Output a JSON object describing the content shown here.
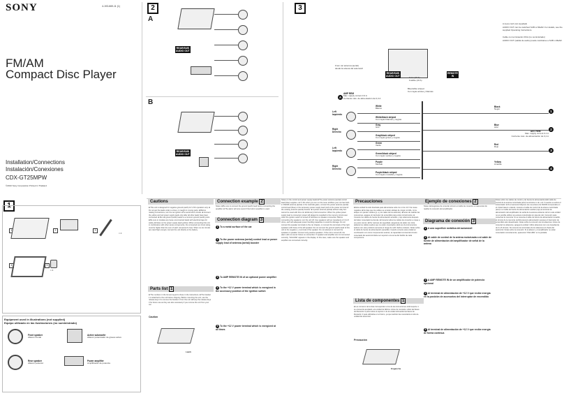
{
  "cover": {
    "brand": "SONY",
    "part_number": "4-193-669-11 (1)",
    "title_line1": "FM/AM",
    "title_line2": "Compact Disc Player",
    "install_en": "Installation/Connections",
    "install_es": "Instalación/Conexiones",
    "model": "CDX-GT25MPW",
    "copyright": "©2010 Sony Corporation   Printed in Thailand"
  },
  "section1": {
    "num": "1",
    "parts": [
      "1",
      "2",
      "3",
      "4",
      "5"
    ],
    "part4_label": "× 4",
    "part3_label": "× 2",
    "equipment_title": "Equipment used in illustrations (not supplied)",
    "equipment_title_es": "Equipo utilizado en las ilustraciones (no suministrado)",
    "items": [
      {
        "label": "Front speaker",
        "label_es": "Altavoz frontal"
      },
      {
        "label": "Active subwoofer",
        "label_es": "Altavoz potenciador de graves activo"
      },
      {
        "label": "Rear speaker",
        "label_es": "Altavoz posterior"
      },
      {
        "label": "Power amplifier",
        "label_es": "Amplificador de potencia"
      }
    ]
  },
  "section2": {
    "num": "2",
    "sub_a": "A",
    "sub_b": "B",
    "rear_sub_a": "REAR/SUB\nAUDIO OUT",
    "rear_sub_b": "REAR/SUB\nAUDIO OUT"
  },
  "section3": {
    "num": "3",
    "antenna": "From car antenna (aerial)\ndesde la antena del automóvil",
    "rear_sub": "REAR/SUB\nAUDIO OUT",
    "fuse": "Fuse (10 A)\nFusible (10 A)",
    "remote": "REMOTE\nIN",
    "blue_white": "Blue/white striped\nCon rayas azules y blancas",
    "amp_rem": "AMP REM",
    "amp_rem_sub": "Max. supply current 0.3 A\nCorriente máx. de alimentación de 0,3 A",
    "ant_rem": "ANT REM",
    "ant_rem_sub": "Max. supply current 0.1 A\nCorriente máx. de alimentación de 0,1 A",
    "left": "Left\nIzquierdo",
    "right": "Right\nDerecho",
    "wires": [
      {
        "color": "White",
        "es": "Blanco"
      },
      {
        "color": "White/black striped",
        "es": "Con rayas blancas y negras"
      },
      {
        "color": "Gray",
        "es": "Gris"
      },
      {
        "color": "Gray/black striped",
        "es": "Con rayas grises y negras"
      },
      {
        "color": "Green",
        "es": "Verde"
      },
      {
        "color": "Green/black striped",
        "es": "Con rayas verdes y negras"
      },
      {
        "color": "Purple",
        "es": "Morado"
      },
      {
        "color": "Purple/black striped",
        "es": "Con rayas moradas y negras"
      }
    ],
    "right_wires": [
      {
        "color": "Black",
        "es": "Negro",
        "num": "1"
      },
      {
        "color": "Blue",
        "es": "Azul",
        "num": "2"
      },
      {
        "color": "Red",
        "es": "Rojo",
        "num": "3"
      },
      {
        "color": "Yellow",
        "es": "Amarillo",
        "num": "4"
      }
    ],
    "notes": [
      "A (Les) cord (not supplied)",
      "AUDIO OUT can be switched SUB or REAR. For details, see the supplied Operating Instructions.",
      "Cable con terminación RCA (no suministrado)",
      "AUDIO OUT (salida de audio) puede cambiarse a SUB o REAR."
    ]
  },
  "bottom": {
    "cautions": "Cautions",
    "parts_list": "Parts list",
    "parts_list_num": "1",
    "connection_example": "Connection example",
    "connection_example_num": "2",
    "connection_diagram": "Connection diagram",
    "connection_diagram_num": "3",
    "precauciones": "Precauciones",
    "lista": "Lista de componentes",
    "lista_num": "1",
    "ejemplo": "Ejemplo de conexiones",
    "ejemplo_num": "2",
    "diagrama": "Diagrama de conexión",
    "diagrama_num": "3",
    "caution_label": "Caution",
    "latch": "Latch",
    "enganche": "Enganche",
    "precaucion": "Precaución",
    "diagram_steps": [
      "To a metal surface of the car",
      "To the power antenna (aerial) control lead or power supply lead of antenna (aerial) booster",
      "To AMP REMOTE IN of an optional power amplifier",
      "To the +12 V power terminal which is energized in the accessory position of the ignition switch",
      "To the +12 V power terminal which is energized at all times"
    ],
    "diagrama_steps": [
      "A una superficie metálica del automóvil",
      "Al cable de control de la antena motorizada o al cable de fuente de alimentación del amplificador de señal de la antena",
      "A AMP REMOTE IN de un amplificador de potencia opcional",
      "Al terminal de alimentación de +12 V que recibe energía en la posición de accesorios del interruptor de encendido",
      "Al terminal de alimentación de +12 V que recibe energía de forma continua"
    ]
  }
}
